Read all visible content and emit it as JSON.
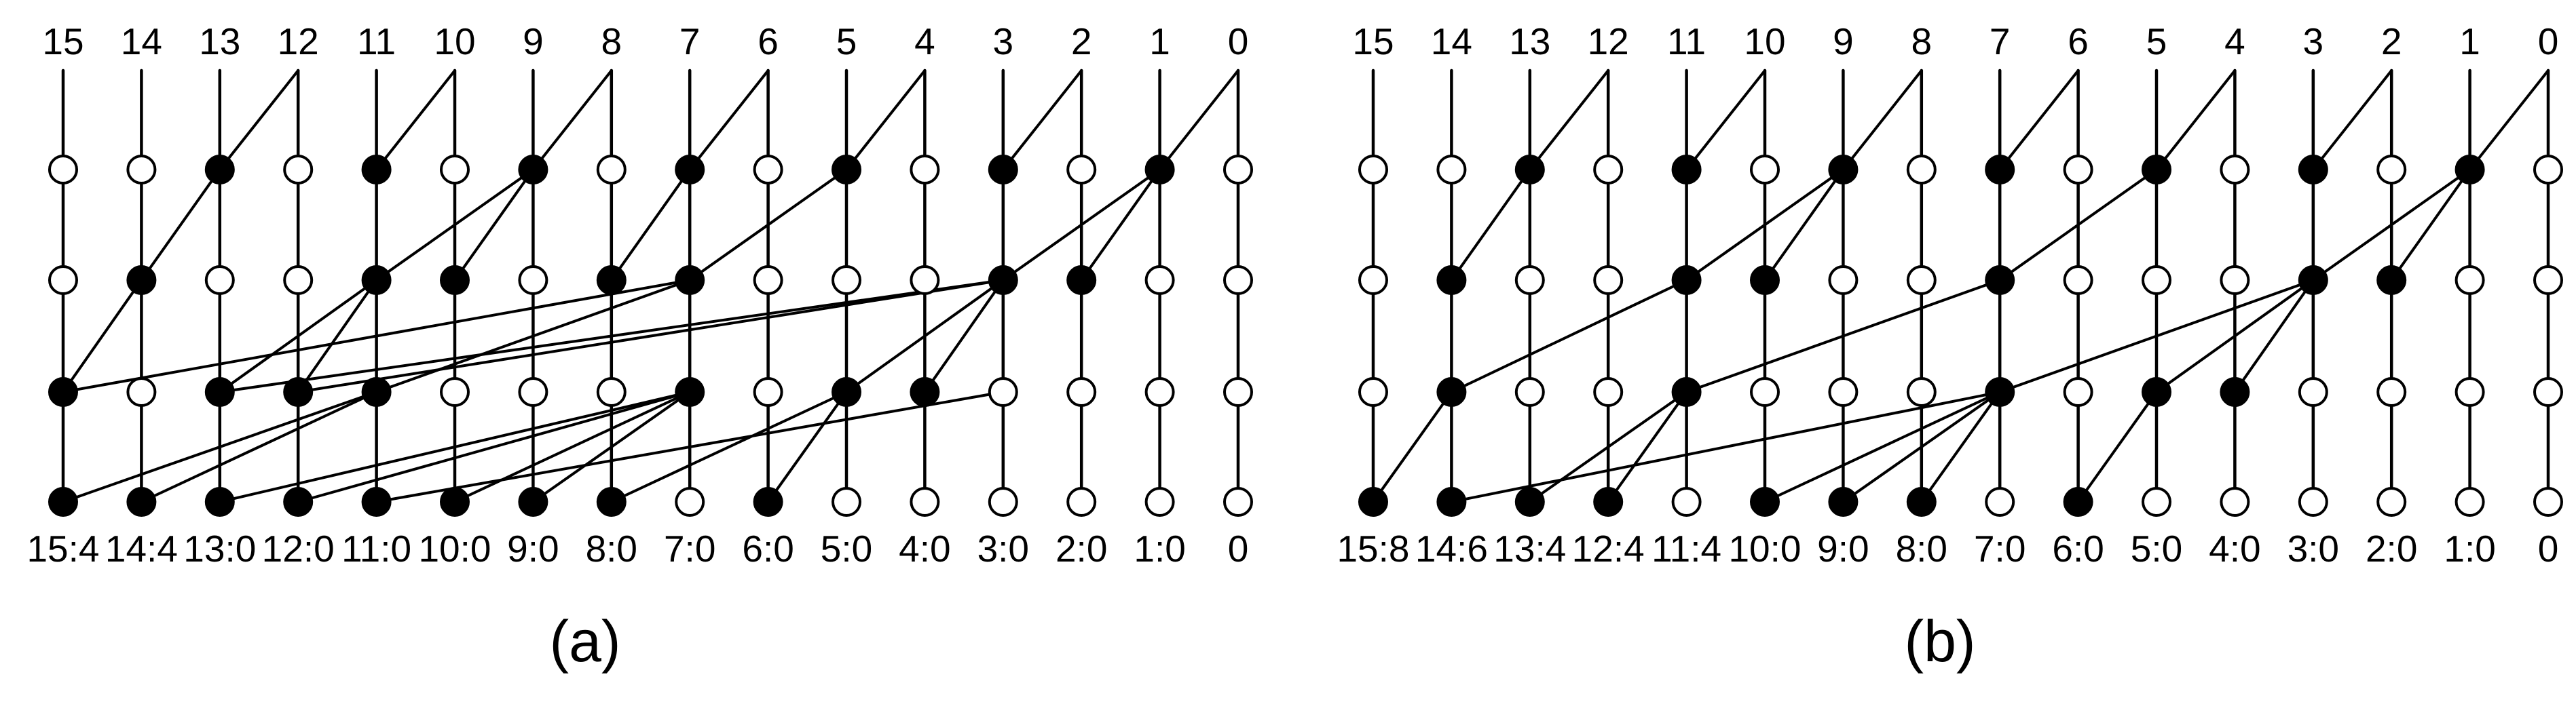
{
  "palette": {
    "ink": "#000000",
    "paper": "#ffffff"
  },
  "panels": [
    {
      "id": "a",
      "caption": "(a)",
      "columns": [
        "15",
        "14",
        "13",
        "12",
        "11",
        "10",
        "9",
        "8",
        "7",
        "6",
        "5",
        "4",
        "3",
        "2",
        "1",
        "0"
      ],
      "outputs": [
        "15:4",
        "14:4",
        "13:0",
        "12:0",
        "11:0",
        "10:0",
        "9:0",
        "8:0",
        "7:0",
        "6:0",
        "5:0",
        "4:0",
        "3:0",
        "2:0",
        "1:0",
        "0"
      ],
      "levels": [
        {
          "filled_bits": [
            13,
            11,
            9,
            7,
            5,
            3,
            1
          ]
        },
        {
          "filled_bits": [
            14,
            11,
            10,
            8,
            7,
            3,
            2
          ]
        },
        {
          "filled_bits": [
            15,
            13,
            12,
            11,
            7,
            5,
            4
          ]
        },
        {
          "filled_bits": [
            15,
            14,
            13,
            12,
            11,
            10,
            9,
            8,
            6
          ]
        }
      ],
      "edges": [
        {
          "from_level": 0,
          "from_bit": 12,
          "to_level": 1,
          "to_bit": 13
        },
        {
          "from_level": 0,
          "from_bit": 10,
          "to_level": 1,
          "to_bit": 11
        },
        {
          "from_level": 0,
          "from_bit": 8,
          "to_level": 1,
          "to_bit": 9
        },
        {
          "from_level": 0,
          "from_bit": 6,
          "to_level": 1,
          "to_bit": 7
        },
        {
          "from_level": 0,
          "from_bit": 4,
          "to_level": 1,
          "to_bit": 5
        },
        {
          "from_level": 0,
          "from_bit": 2,
          "to_level": 1,
          "to_bit": 3
        },
        {
          "from_level": 0,
          "from_bit": 0,
          "to_level": 1,
          "to_bit": 1
        },
        {
          "from_level": 1,
          "from_bit": 13,
          "to_level": 2,
          "to_bit": 14
        },
        {
          "from_level": 1,
          "from_bit": 9,
          "to_level": 2,
          "to_bit": 11
        },
        {
          "from_level": 1,
          "from_bit": 9,
          "to_level": 2,
          "to_bit": 10
        },
        {
          "from_level": 1,
          "from_bit": 7,
          "to_level": 2,
          "to_bit": 8
        },
        {
          "from_level": 1,
          "from_bit": 5,
          "to_level": 2,
          "to_bit": 7
        },
        {
          "from_level": 1,
          "from_bit": 1,
          "to_level": 2,
          "to_bit": 3
        },
        {
          "from_level": 1,
          "from_bit": 1,
          "to_level": 2,
          "to_bit": 2
        },
        {
          "from_level": 2,
          "from_bit": 14,
          "to_level": 3,
          "to_bit": 15
        },
        {
          "from_level": 2,
          "from_bit": 11,
          "to_level": 3,
          "to_bit": 13
        },
        {
          "from_level": 2,
          "from_bit": 11,
          "to_level": 3,
          "to_bit": 12
        },
        {
          "from_level": 2,
          "from_bit": 7,
          "to_level": 3,
          "to_bit": 15
        },
        {
          "from_level": 2,
          "from_bit": 7,
          "to_level": 3,
          "to_bit": 11
        },
        {
          "from_level": 2,
          "from_bit": 3,
          "to_level": 3,
          "to_bit": 13
        },
        {
          "from_level": 2,
          "from_bit": 3,
          "to_level": 3,
          "to_bit": 12
        },
        {
          "from_level": 2,
          "from_bit": 3,
          "to_level": 3,
          "to_bit": 5
        },
        {
          "from_level": 2,
          "from_bit": 3,
          "to_level": 3,
          "to_bit": 4
        },
        {
          "from_level": 3,
          "from_bit": 11,
          "to_level": 4,
          "to_bit": 15
        },
        {
          "from_level": 3,
          "from_bit": 11,
          "to_level": 4,
          "to_bit": 14
        },
        {
          "from_level": 3,
          "from_bit": 7,
          "to_level": 4,
          "to_bit": 13
        },
        {
          "from_level": 3,
          "from_bit": 7,
          "to_level": 4,
          "to_bit": 12
        },
        {
          "from_level": 3,
          "from_bit": 7,
          "to_level": 4,
          "to_bit": 10
        },
        {
          "from_level": 3,
          "from_bit": 7,
          "to_level": 4,
          "to_bit": 9
        },
        {
          "from_level": 3,
          "from_bit": 5,
          "to_level": 4,
          "to_bit": 8
        },
        {
          "from_level": 3,
          "from_bit": 5,
          "to_level": 4,
          "to_bit": 6
        },
        {
          "from_level": 3,
          "from_bit": 3,
          "to_level": 4,
          "to_bit": 11
        }
      ]
    },
    {
      "id": "b",
      "caption": "(b)",
      "columns": [
        "15",
        "14",
        "13",
        "12",
        "11",
        "10",
        "9",
        "8",
        "7",
        "6",
        "5",
        "4",
        "3",
        "2",
        "1",
        "0"
      ],
      "outputs": [
        "15:8",
        "14:6",
        "13:4",
        "12:4",
        "11:4",
        "10:0",
        "9:0",
        "8:0",
        "7:0",
        "6:0",
        "5:0",
        "4:0",
        "3:0",
        "2:0",
        "1:0",
        "0"
      ],
      "levels": [
        {
          "filled_bits": [
            13,
            11,
            9,
            7,
            5,
            3,
            1
          ]
        },
        {
          "filled_bits": [
            14,
            11,
            10,
            7,
            3,
            2
          ]
        },
        {
          "filled_bits": [
            14,
            11,
            7,
            5,
            4
          ]
        },
        {
          "filled_bits": [
            15,
            14,
            13,
            12,
            10,
            9,
            8,
            6
          ]
        }
      ],
      "edges": [
        {
          "from_level": 0,
          "from_bit": 12,
          "to_level": 1,
          "to_bit": 13
        },
        {
          "from_level": 0,
          "from_bit": 10,
          "to_level": 1,
          "to_bit": 11
        },
        {
          "from_level": 0,
          "from_bit": 8,
          "to_level": 1,
          "to_bit": 9
        },
        {
          "from_level": 0,
          "from_bit": 6,
          "to_level": 1,
          "to_bit": 7
        },
        {
          "from_level": 0,
          "from_bit": 4,
          "to_level": 1,
          "to_bit": 5
        },
        {
          "from_level": 0,
          "from_bit": 2,
          "to_level": 1,
          "to_bit": 3
        },
        {
          "from_level": 0,
          "from_bit": 0,
          "to_level": 1,
          "to_bit": 1
        },
        {
          "from_level": 1,
          "from_bit": 13,
          "to_level": 2,
          "to_bit": 14
        },
        {
          "from_level": 1,
          "from_bit": 9,
          "to_level": 2,
          "to_bit": 11
        },
        {
          "from_level": 1,
          "from_bit": 9,
          "to_level": 2,
          "to_bit": 10
        },
        {
          "from_level": 1,
          "from_bit": 5,
          "to_level": 2,
          "to_bit": 7
        },
        {
          "from_level": 1,
          "from_bit": 1,
          "to_level": 2,
          "to_bit": 3
        },
        {
          "from_level": 1,
          "from_bit": 1,
          "to_level": 2,
          "to_bit": 2
        },
        {
          "from_level": 2,
          "from_bit": 11,
          "to_level": 3,
          "to_bit": 14
        },
        {
          "from_level": 2,
          "from_bit": 7,
          "to_level": 3,
          "to_bit": 11
        },
        {
          "from_level": 2,
          "from_bit": 3,
          "to_level": 3,
          "to_bit": 7
        },
        {
          "from_level": 2,
          "from_bit": 3,
          "to_level": 3,
          "to_bit": 5
        },
        {
          "from_level": 2,
          "from_bit": 3,
          "to_level": 3,
          "to_bit": 4
        },
        {
          "from_level": 3,
          "from_bit": 14,
          "to_level": 4,
          "to_bit": 15
        },
        {
          "from_level": 3,
          "from_bit": 7,
          "to_level": 4,
          "to_bit": 14
        },
        {
          "from_level": 3,
          "from_bit": 11,
          "to_level": 4,
          "to_bit": 13
        },
        {
          "from_level": 3,
          "from_bit": 11,
          "to_level": 4,
          "to_bit": 12
        },
        {
          "from_level": 3,
          "from_bit": 7,
          "to_level": 4,
          "to_bit": 10
        },
        {
          "from_level": 3,
          "from_bit": 7,
          "to_level": 4,
          "to_bit": 9
        },
        {
          "from_level": 3,
          "from_bit": 7,
          "to_level": 4,
          "to_bit": 8
        },
        {
          "from_level": 3,
          "from_bit": 5,
          "to_level": 4,
          "to_bit": 6
        }
      ]
    }
  ]
}
